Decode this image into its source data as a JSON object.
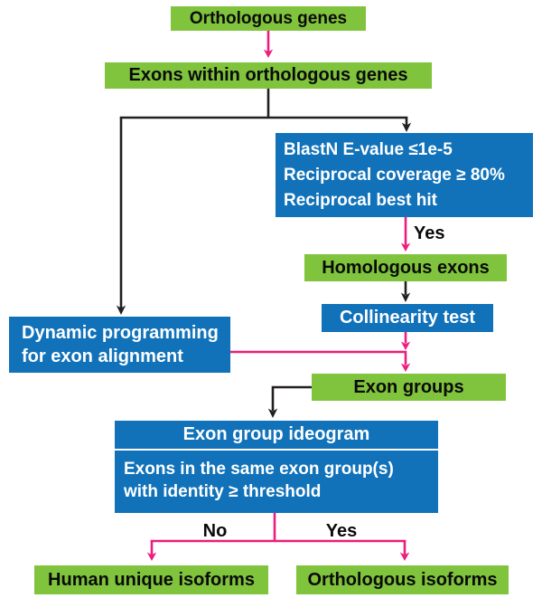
{
  "palette": {
    "green": "#80C33C",
    "blue": "#1172BA",
    "pink": "#EC1E7D",
    "line": "#231F20",
    "text_dark": "#0A0A0A",
    "text_light": "#FFFFFF"
  },
  "nodes": {
    "orthologous_genes": {
      "label": "Orthologous genes"
    },
    "exons_within": {
      "label": "Exons within orthologous genes"
    },
    "blastn": {
      "lines": [
        "BlastN E-value ≤1e-5",
        "Reciprocal coverage ≥ 80%",
        "Reciprocal best hit"
      ]
    },
    "homologous_exons": {
      "label": "Homologous exons"
    },
    "collinearity": {
      "label": "Collinearity test"
    },
    "dynamic": {
      "lines": [
        "Dynamic programming",
        "for exon alignment"
      ]
    },
    "exon_groups": {
      "label": "Exon groups"
    },
    "ideogram": {
      "title": "Exon group ideogram",
      "lines": [
        "Exons in the same exon group(s)",
        "with identity ≥ threshold"
      ]
    },
    "human_unique": {
      "label": "Human unique isoforms"
    },
    "orthologous_isoforms": {
      "label": "Orthologous isoforms"
    }
  },
  "edge_labels": {
    "yes_top": "Yes",
    "no_bottom": "No",
    "yes_bottom": "Yes"
  }
}
